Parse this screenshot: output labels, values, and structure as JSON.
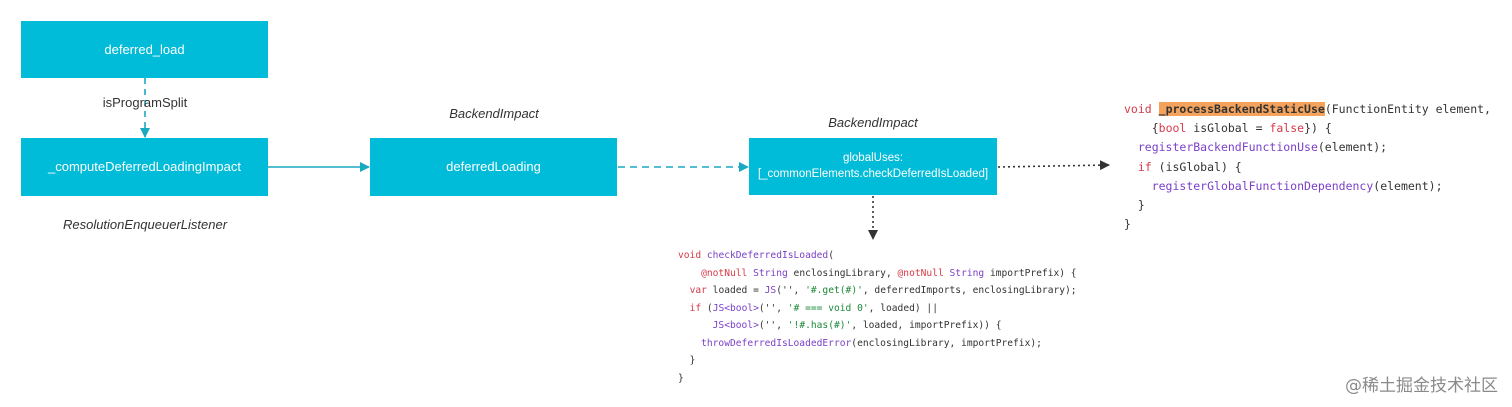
{
  "nodes": {
    "deferred_load": "deferred_load",
    "compute": "_computeDeferredLoadingImpact",
    "deferred_loading": "deferredLoading",
    "global_uses_line1": "globalUses:",
    "global_uses_line2": "[_commonElements.checkDeferredIsLoaded]"
  },
  "labels": {
    "is_program_split": "isProgramSplit",
    "backend_impact_1": "BackendImpact",
    "backend_impact_2": "BackendImpact",
    "resolution_listener": "ResolutionEnqueuerListener"
  },
  "code_check": {
    "l1_kw": "void",
    "l1_fn": "checkDeferredIsLoaded",
    "l1_rest": "(",
    "l2_ann1": "@notNull",
    "l2_t1": "String",
    "l2_m1": " enclosingLibrary, ",
    "l2_ann2": "@notNull",
    "l2_t2": "String",
    "l2_m2": " importPrefix) {",
    "l3_kw": "var",
    "l3_m1": " loaded = ",
    "l3_fn": "JS",
    "l3_m2": "('', ",
    "l3_str": "'#.get(#)'",
    "l3_m3": ", deferredImports, enclosingLibrary);",
    "l4_kw": "if",
    "l4_m1": " (",
    "l4_fn": "JS<bool>",
    "l4_m2": "('', ",
    "l4_str": "'# === void 0'",
    "l4_m3": ", loaded) ||",
    "l5_fn": "JS<bool>",
    "l5_m1": "('', ",
    "l5_str": "'!#.has(#)'",
    "l5_m2": ", loaded, importPrefix)) {",
    "l6_fn": "throwDeferredIsLoadedError",
    "l6_m1": "(enclosingLibrary, importPrefix);",
    "l7": "}",
    "l8": "}"
  },
  "code_process": {
    "l1_kw": "void",
    "l1_hl": "_processBackendStaticUse",
    "l1_rest": "(FunctionEntity element,",
    "l2_m1": "{",
    "l2_kw1": "bool",
    "l2_m2": " isGlobal = ",
    "l2_kw2": "false",
    "l2_m3": "}) {",
    "l3_fn": "registerBackendFunctionUse",
    "l3_m1": "(element);",
    "l4_kw": "if",
    "l4_m1": " (isGlobal) {",
    "l5_fn": "registerGlobalFunctionDependency",
    "l5_m1": "(element);",
    "l6": "}",
    "l7": "}"
  },
  "watermark": "@稀土掘金技术社区",
  "colors": {
    "box_fill": "#00bcd8",
    "arrow": "#1aa9c3",
    "dotted_arrow": "#333333",
    "highlight": "#f5a35c"
  }
}
